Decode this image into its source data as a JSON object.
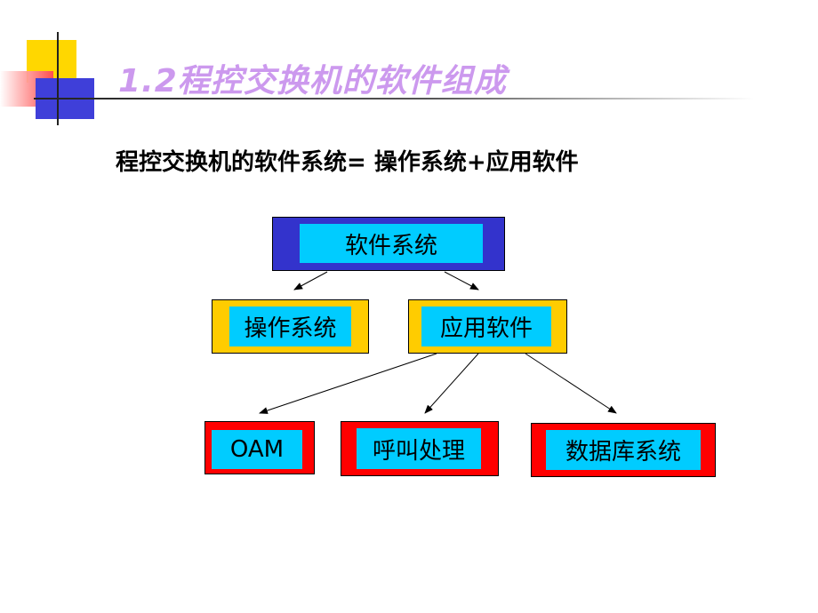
{
  "slide": {
    "title": "1.2程控交换机的软件组成",
    "subtitle": "程控交换机的软件系统= 操作系统+应用软件"
  },
  "diagram": {
    "root": "软件系统",
    "level1": [
      "操作系统",
      "应用软件"
    ],
    "level2": [
      "OAM",
      "呼叫处理",
      "数据库系统"
    ]
  },
  "colors": {
    "title": "#cc99ee",
    "root_frame": "#3333cc",
    "level1_frame": "#ffcc00",
    "level2_frame": "#ff0000",
    "inner_fill": "#00ccff"
  }
}
